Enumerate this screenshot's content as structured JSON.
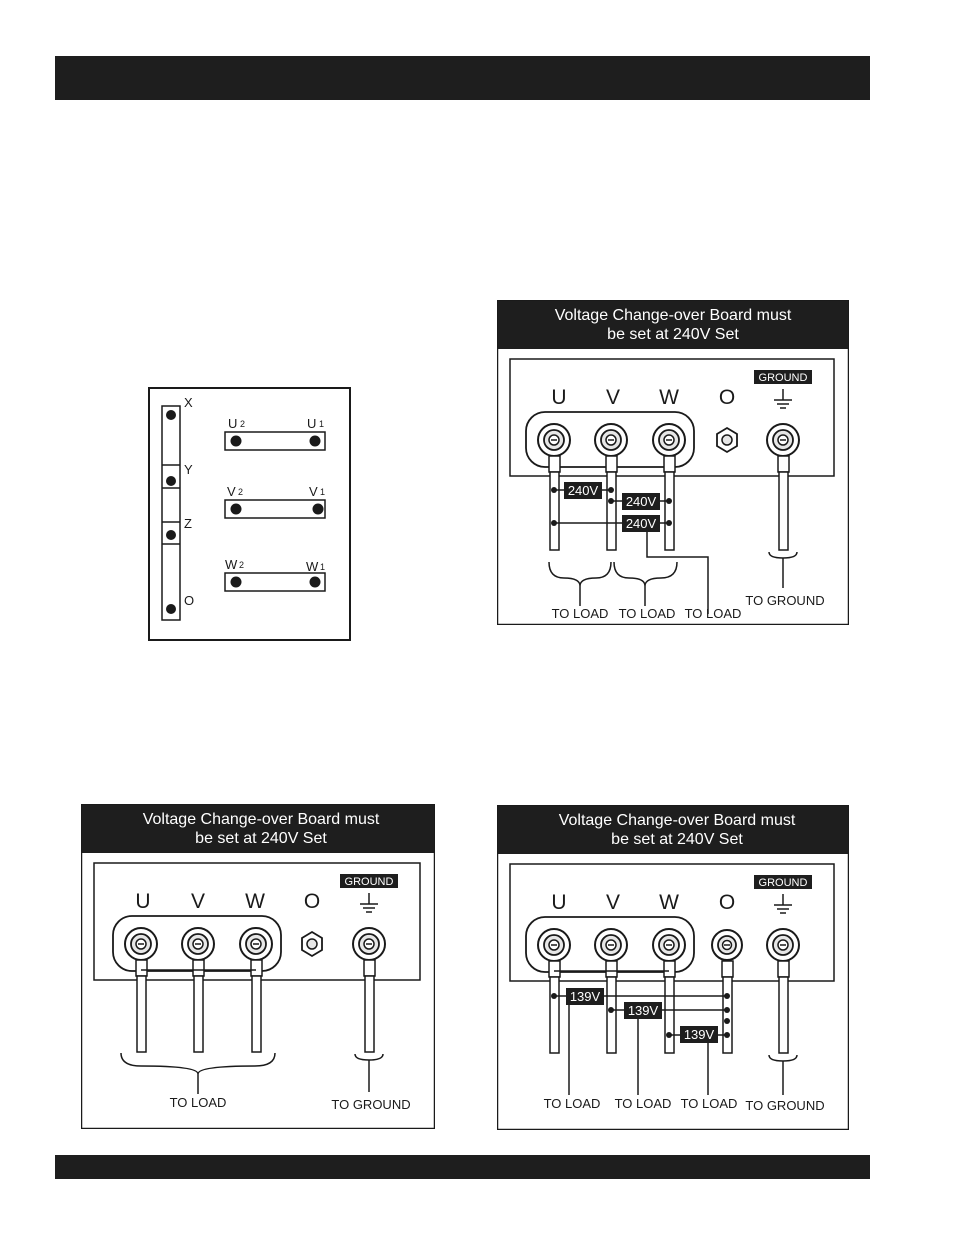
{
  "terminal_board": {
    "left_labels": [
      "X",
      "Y",
      "Z",
      "O"
    ],
    "rows": [
      {
        "left": "U",
        "left_sub": "2",
        "right": "U",
        "right_sub": "1"
      },
      {
        "left": "V",
        "left_sub": "2",
        "right": "V",
        "right_sub": "1"
      },
      {
        "left": "W",
        "left_sub": "2",
        "right": "W",
        "right_sub": "1"
      }
    ]
  },
  "panels": {
    "p1": {
      "header_line1": "Voltage Change-over Board must",
      "header_line2": "be set at 240V Set",
      "terminals": [
        "U",
        "V",
        "W",
        "O"
      ],
      "ground_label": "GROUND",
      "voltages": [
        "240V",
        "240V",
        "240V"
      ],
      "load_labels": [
        "TO LOAD",
        "TO LOAD",
        "TO LOAD"
      ],
      "ground_text": "TO GROUND"
    },
    "p2": {
      "header_line1": "Voltage Change-over Board must",
      "header_line2": "be set at 240V Set",
      "terminals": [
        "U",
        "V",
        "W",
        "O"
      ],
      "ground_label": "GROUND",
      "load_labels": [
        "TO LOAD"
      ],
      "ground_text": "TO GROUND"
    },
    "p3": {
      "header_line1": "Voltage Change-over Board must",
      "header_line2": "be set at 240V Set",
      "terminals": [
        "U",
        "V",
        "W",
        "O"
      ],
      "ground_label": "GROUND",
      "voltages": [
        "139V",
        "139V",
        "139V"
      ],
      "load_labels": [
        "TO LOAD",
        "TO LOAD",
        "TO LOAD"
      ],
      "ground_text": "TO GROUND"
    }
  },
  "colors": {
    "ink": "#1a1a1a",
    "header_bg": "#1e1e1e",
    "paper": "#ffffff",
    "bolt_face": "#e6e6e6"
  }
}
